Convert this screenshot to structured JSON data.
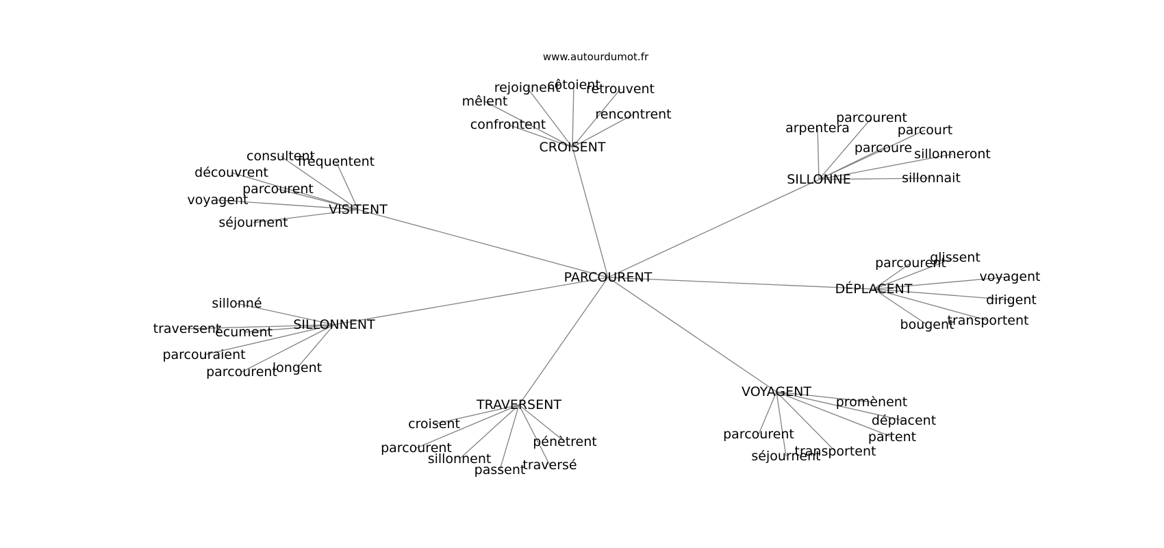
{
  "source": "www.autourdumot.fr",
  "graph": {
    "center": "PARCOURENT",
    "groups": [
      {
        "label": "CROISENT",
        "children": [
          "côtoient",
          "rejoignent",
          "retrouvent",
          "mêlent",
          "rencontrent",
          "confrontent"
        ]
      },
      {
        "label": "SILLONNE",
        "children": [
          "parcourent",
          "arpentera",
          "parcourt",
          "parcoure",
          "sillonneront",
          "sillonnait"
        ]
      },
      {
        "label": "VISITENT",
        "children": [
          "consultent",
          "fréquentent",
          "découvrent",
          "parcourent",
          "voyagent",
          "séjournent"
        ]
      },
      {
        "label": "DÉPLACENT",
        "children": [
          "glissent",
          "parcourent",
          "voyagent",
          "dirigent",
          "transportent",
          "bougent"
        ]
      },
      {
        "label": "SILLONNENT",
        "children": [
          "sillonné",
          "traversent",
          "écument",
          "parcouraient",
          "parcourent",
          "longent"
        ]
      },
      {
        "label": "TRAVERSENT",
        "children": [
          "croisent",
          "parcourent",
          "sillonnent",
          "passent",
          "traversé",
          "pénètrent"
        ]
      },
      {
        "label": "VOYAGENT",
        "children": [
          "promènent",
          "déplacent",
          "partent",
          "transportent",
          "séjournent",
          "parcourent"
        ]
      }
    ]
  }
}
